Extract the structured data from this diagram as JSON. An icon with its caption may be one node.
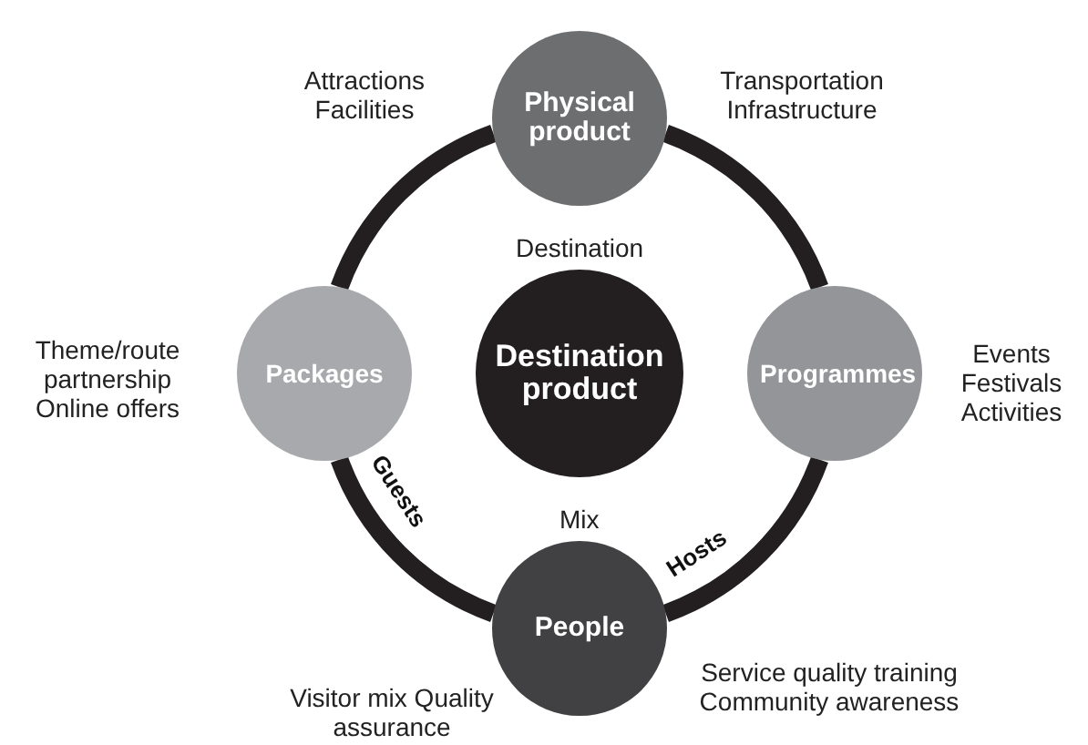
{
  "diagram": {
    "nodes": [
      {
        "text": [
          "Physical product"
        ],
        "beside": [
          "Attractions Facilities",
          "Transportation Infrastructure"
        ]
      },
      {
        "text": [
          "Packages"
        ],
        "beside": [
          "Theme/route partnership Online offers"
        ]
      },
      {
        "text": [
          "Destination product"
        ]
      },
      {
        "text": [
          "Programmes"
        ],
        "beside": [
          "Events Festivals Activities"
        ]
      },
      {
        "text": [
          "People"
        ],
        "beside": [
          "Visitor mix Quality assurance",
          "Service quality training Community awareness"
        ]
      }
    ],
    "edges": [
      {
        "from": 0,
        "to": 3,
        "arrow": "none"
      },
      {
        "from": 3,
        "to": 4,
        "arrow": "none",
        "label": "Hosts"
      },
      {
        "from": 4,
        "to": 1,
        "arrow": "none",
        "label": "Guests"
      },
      {
        "from": 1,
        "to": 0,
        "arrow": "none"
      }
    ],
    "labels": [
      "Destination",
      "Mix"
    ]
  }
}
